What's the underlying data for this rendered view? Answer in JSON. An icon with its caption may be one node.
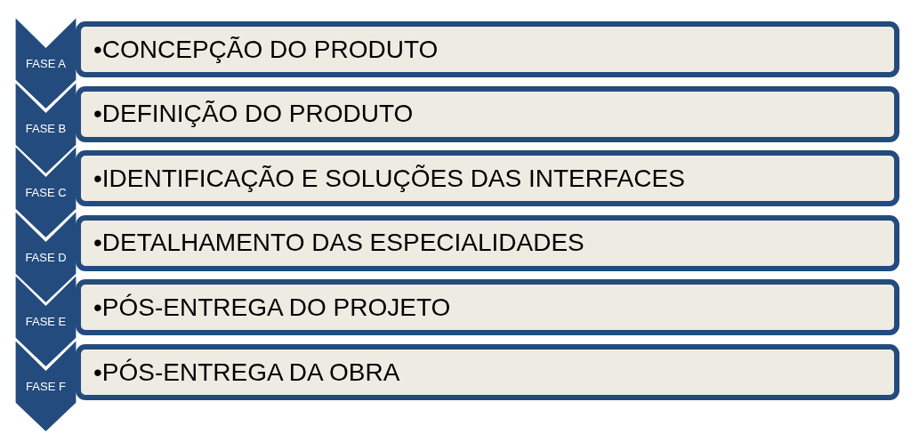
{
  "diagram": {
    "nodes": [
      {
        "text": [
          "FASE A"
        ]
      },
      {
        "text": [
          "•CONCEPÇÃO DO PRODUTO"
        ]
      },
      {
        "text": [
          "FASE B"
        ]
      },
      {
        "text": [
          "•DEFINIÇÃO DO PRODUTO"
        ]
      },
      {
        "text": [
          "FASE C"
        ]
      },
      {
        "text": [
          "•IDENTIFICAÇÃO E SOLUÇÕES DAS INTERFACES"
        ]
      },
      {
        "text": [
          "FASE D"
        ]
      },
      {
        "text": [
          "•DETALHAMENTO DAS ESPECIALIDADES"
        ]
      },
      {
        "text": [
          "FASE E"
        ]
      },
      {
        "text": [
          "•PÓS-ENTREGA DO PROJETO"
        ]
      },
      {
        "text": [
          "FASE F"
        ]
      },
      {
        "text": [
          "•PÓS-ENTREGA DA OBRA"
        ]
      }
    ]
  }
}
